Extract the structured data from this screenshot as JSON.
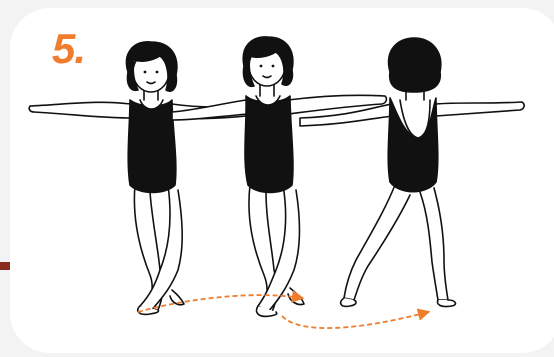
{
  "step": {
    "number": "5."
  },
  "colors": {
    "accent": "#ef7d2d",
    "bar": "#8a2b1d",
    "ink": "#111111",
    "background": "#f4f3f4",
    "card": "#ffffff"
  },
  "illustration": {
    "figures": [
      {
        "pose": "front-crossed-legs"
      },
      {
        "pose": "front-crossed-legs-center"
      },
      {
        "pose": "back-legs-apart"
      }
    ],
    "path_arrows": [
      {
        "color": "#ef7d2d"
      },
      {
        "color": "#ef7d2d"
      }
    ]
  }
}
